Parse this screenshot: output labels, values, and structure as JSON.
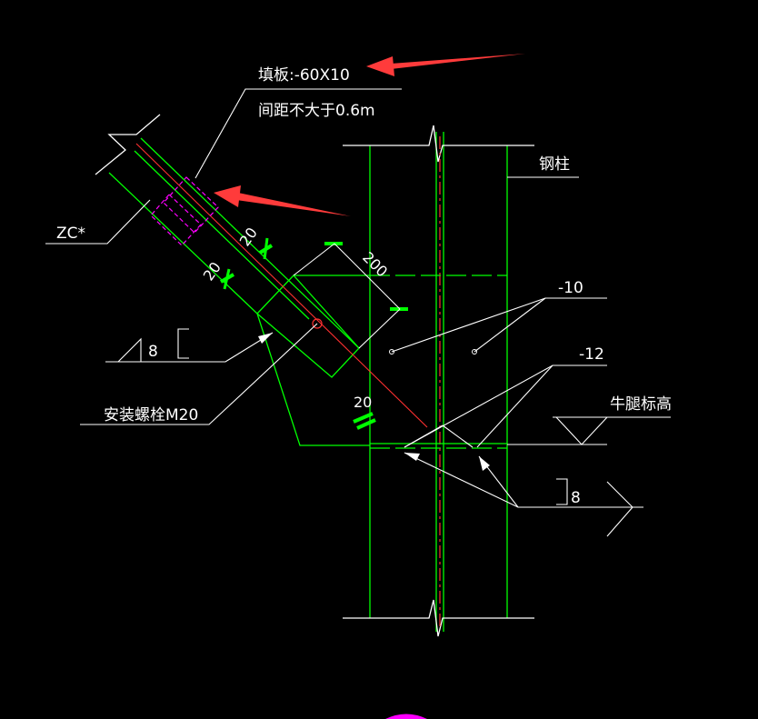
{
  "colors": {
    "background": "#000000",
    "steel_line": "#00ff00",
    "centerline": "#ff0000",
    "filler_plate": "#ff00ff",
    "annotation": "#ffffff",
    "arrow": "#ff3b3b",
    "weld_mark": "#00ff00"
  },
  "labels": {
    "filler_plate": "填板:-60X10",
    "spacing": "间距不大于0.6m",
    "steel_column": "钢柱",
    "brace_code": "ZC*",
    "plate_10": "-10",
    "plate_12": "-12",
    "bracket_elevation": "牛腿标高",
    "weld_size_left": "8",
    "weld_size_right": "8",
    "install_bolt": "安装螺栓M20",
    "dim_20_a": "20",
    "dim_20_b": "20",
    "dim_200": "200",
    "dim_20_c": "20"
  }
}
